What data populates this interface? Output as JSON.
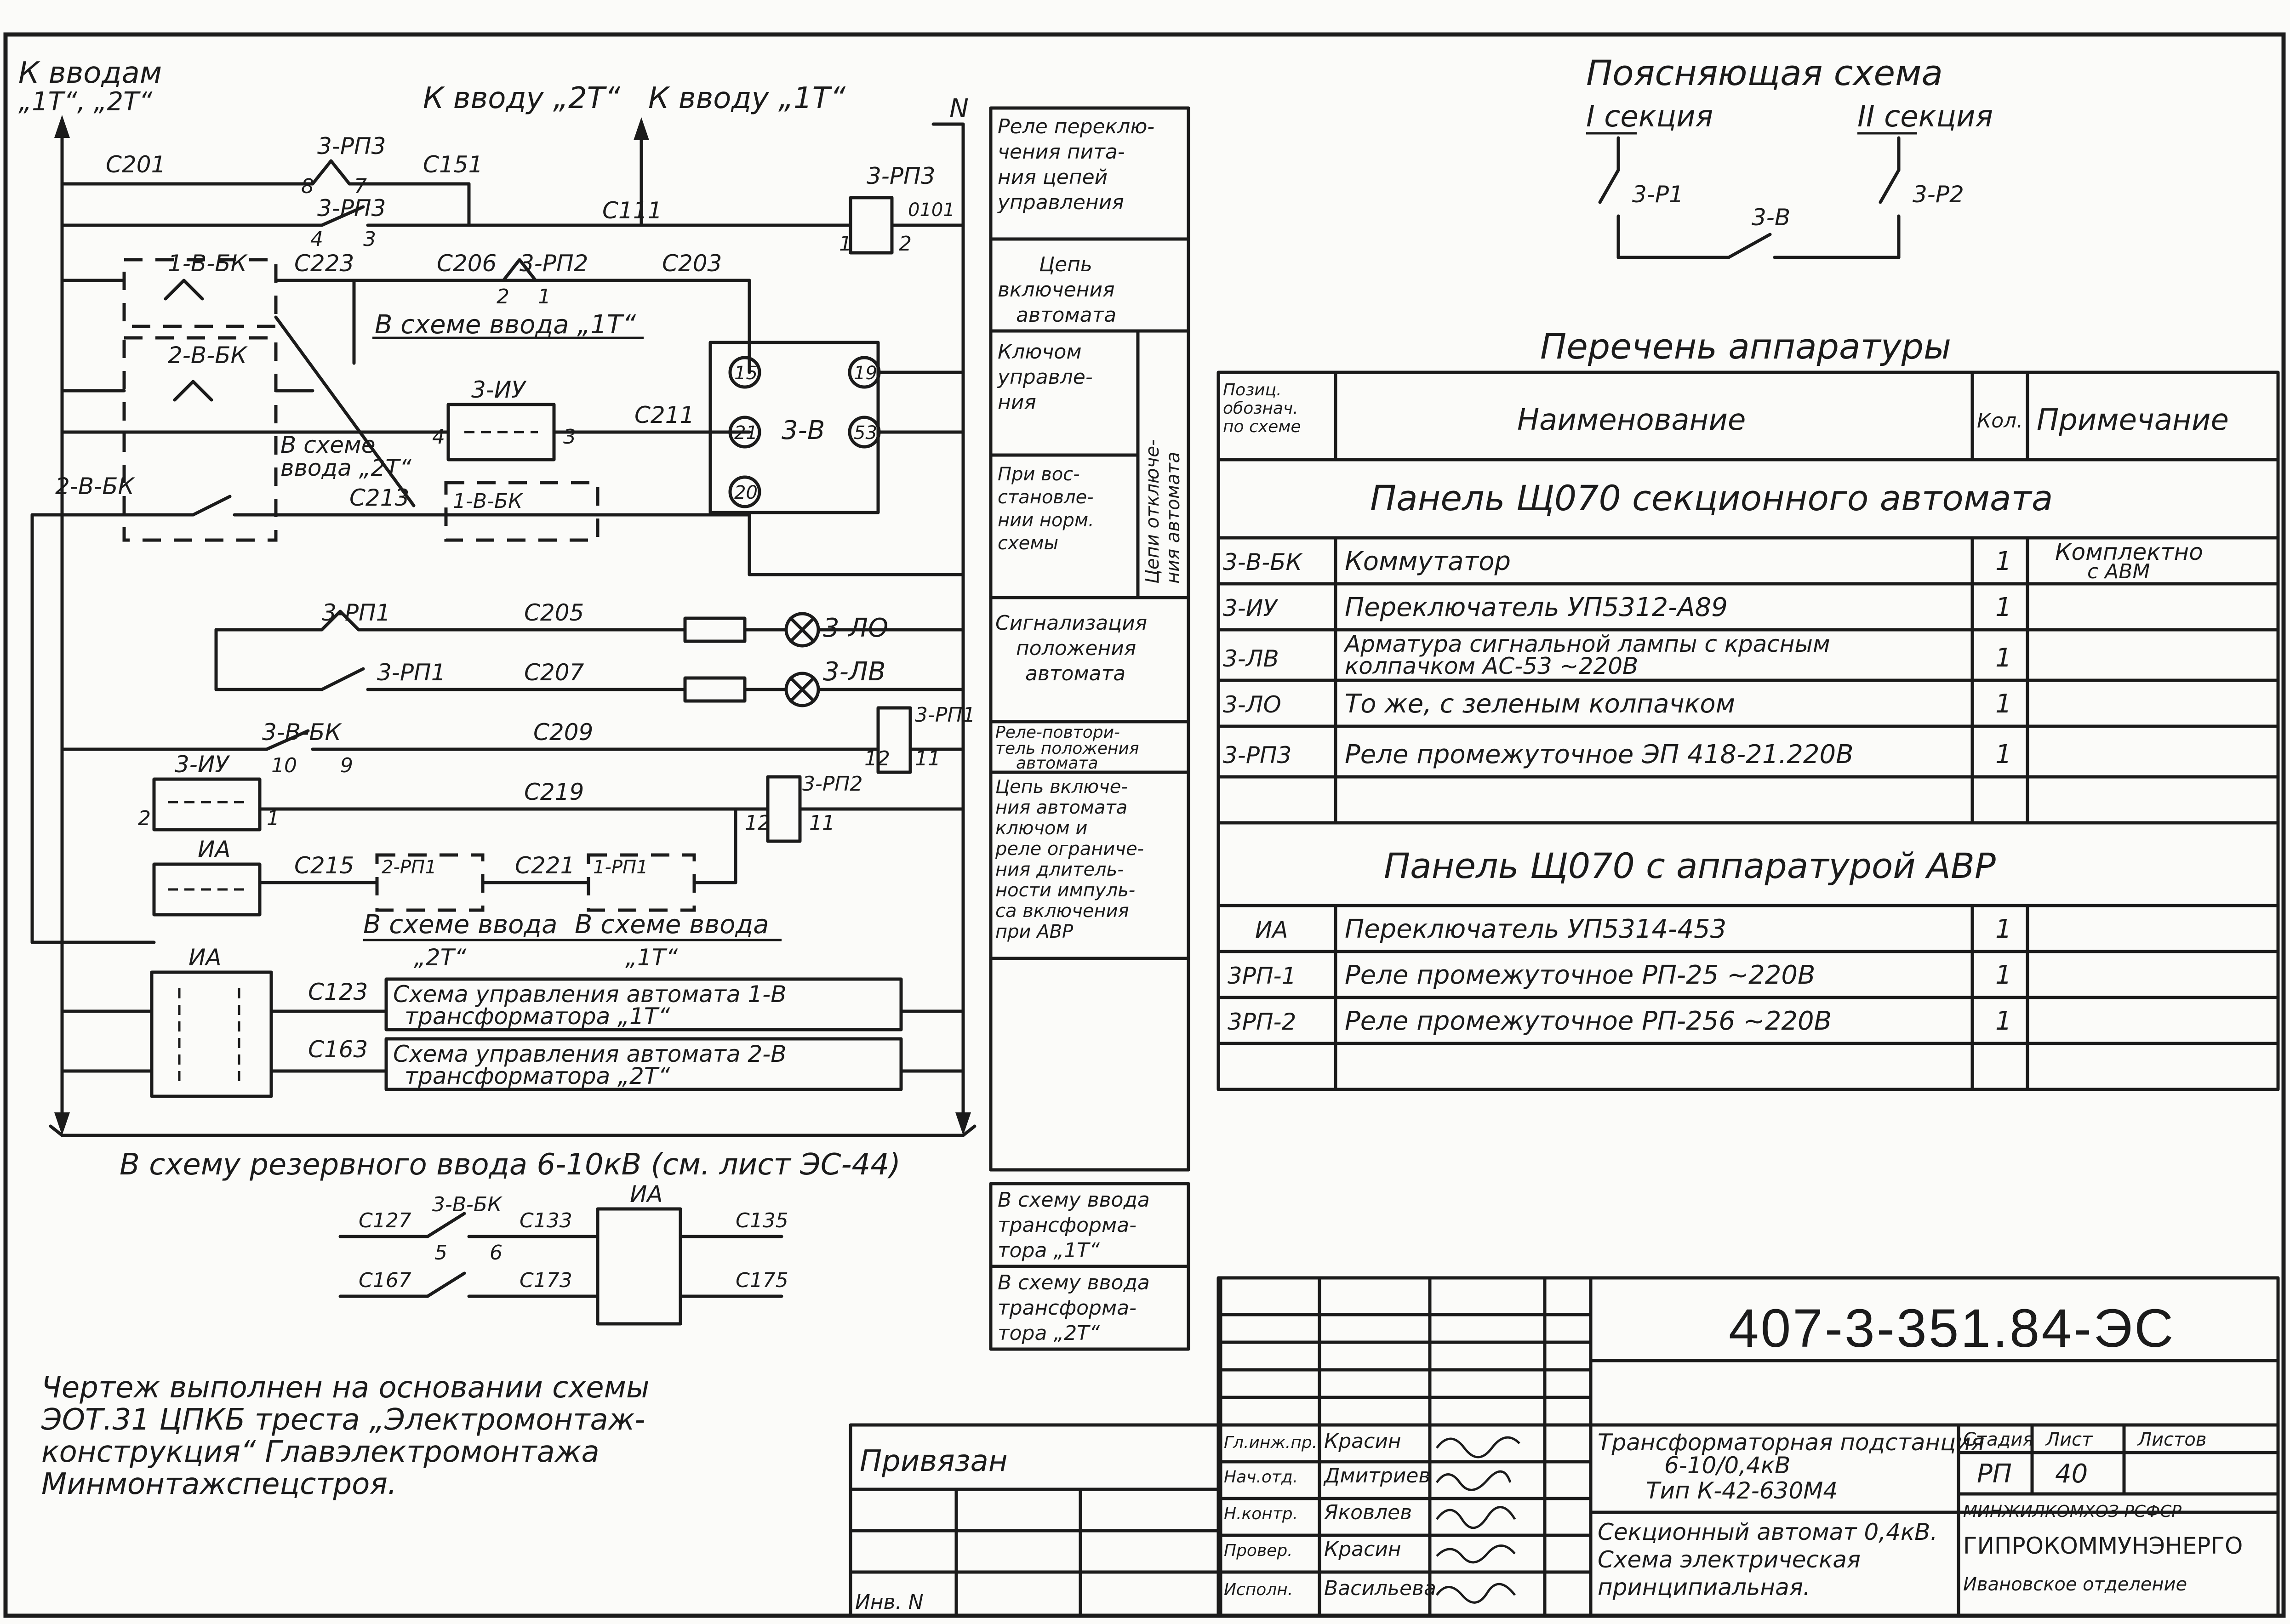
{
  "schematic": {
    "top_left_label": [
      "К вводам",
      "„1Т“, „2Т“"
    ],
    "feeder_2t": "К вводу „2Т“",
    "feeder_1t": "К вводу „1Т“",
    "neutral": "N",
    "bottom_label": "В схему резервного ввода 6-10кВ (см. лист ЭС-44)",
    "wires": [
      "С201",
      "С151",
      "С111",
      "С223",
      "С206",
      "С203",
      "С211",
      "С213",
      "С205",
      "С207",
      "С209",
      "С219",
      "С215",
      "С221",
      "С123",
      "С163",
      "0101",
      "С127",
      "С133",
      "С135",
      "С167",
      "С173",
      "С175"
    ],
    "devices": [
      "3-РП3",
      "1-В-БК",
      "2-В-БК",
      "3-РП2",
      "3-ИУ",
      "3-В",
      "3-РП1",
      "3-ЛО",
      "3-ЛВ",
      "3-В-БК",
      "ИА",
      "2-РП1",
      "1-РП1",
      "3-РП1",
      "3-РП2"
    ],
    "terminals": [
      "8",
      "7",
      "4",
      "3",
      "2",
      "1",
      "15",
      "19",
      "21",
      "53",
      "20",
      "10",
      "9",
      "12",
      "11",
      "5",
      "6"
    ],
    "notes": {
      "in_scheme_1t": "В схеме ввода „1Т“",
      "in_scheme_2t": [
        "В схеме",
        "ввода „2Т“"
      ],
      "in_scheme_vvoda": "В схеме ввода",
      "tag_2t": "„2Т“",
      "tag_1t": "„1Т“",
      "ctrl_1b": [
        "Схема управления автомата 1-В",
        "трансформатора „1Т“"
      ],
      "ctrl_2b": [
        "Схема управления автомата 2-В",
        "трансформатора „2Т“"
      ]
    }
  },
  "side_column": [
    [
      "Реле переклю-",
      "чения пита-",
      "ния цепей",
      "управления"
    ],
    [
      "Цепь",
      "включения",
      "автомата"
    ],
    [
      "Ключом",
      "управле-",
      "ния"
    ],
    [
      "При вос-",
      "становле-",
      "нии норм.",
      "схемы"
    ],
    [
      "Цепи отключе-",
      "ния автомата"
    ],
    [
      "Сигнализация",
      "положения",
      "автомата"
    ],
    [
      "Реле-повтори-",
      "тель положения",
      "автомата"
    ],
    [
      "Цепь включе-",
      "ния автомата",
      "ключом и",
      "реле ограниче-",
      "ния длитель-",
      "ности импуль-",
      "са включения",
      "при АВР"
    ],
    [
      "В схему ввода",
      "трансформа-",
      "тора „1Т“"
    ],
    [
      "В схему ввода",
      "трансформа-",
      "тора „2Т“"
    ]
  ],
  "explanatory": {
    "title": "Поясняющая схема",
    "section1": "I секция",
    "section2": "II секция",
    "sw1": "3-Р1",
    "sw2": "3-Р2",
    "sw3": "3-В"
  },
  "equipment": {
    "title": "Перечень аппаратуры",
    "headers": {
      "pos": [
        "Позиц.",
        "обознач.",
        "по схеме"
      ],
      "name": "Наименование",
      "qty": "Кол.",
      "note": "Примечание"
    },
    "section1": "Панель Щ070 секционного автомата",
    "rows1": [
      {
        "pos": "3-В-БК",
        "name": [
          "Коммутатор"
        ],
        "qty": "1",
        "note": [
          "Комплектно",
          "с АВМ"
        ]
      },
      {
        "pos": "3-ИУ",
        "name": [
          "Переключатель УП5312-А89"
        ],
        "qty": "1",
        "note": []
      },
      {
        "pos": "3-ЛВ",
        "name": [
          "Арматура сигнальной лампы с красным",
          "колпачком АС-53 ~220В"
        ],
        "qty": "1",
        "note": []
      },
      {
        "pos": "3-ЛО",
        "name": [
          "То же, с зеленым колпачком"
        ],
        "qty": "1",
        "note": []
      },
      {
        "pos": "3-РП3",
        "name": [
          "Реле промежуточное ЭП 418-21.220В"
        ],
        "qty": "1",
        "note": []
      }
    ],
    "section2": "Панель Щ070 с аппаратурой АВР",
    "rows2": [
      {
        "pos": "ИА",
        "name": [
          "Переключатель УП5314-453"
        ],
        "qty": "1",
        "note": []
      },
      {
        "pos": "3РП-1",
        "name": [
          "Реле промежуточное РП-25 ~220В"
        ],
        "qty": "1",
        "note": []
      },
      {
        "pos": "3РП-2",
        "name": [
          "Реле промежуточное РП-256 ~220В"
        ],
        "qty": "1",
        "note": []
      }
    ]
  },
  "note_text": [
    "Чертеж выполнен на основании схемы",
    "ЭОТ.31 ЦПКБ треста „Электромонтаж-",
    "конструкция“ Главэлектромонтажа",
    "Минмонтажспецстроя."
  ],
  "stamp": {
    "code": "407-3-351.84-ЭС",
    "privyazan": "Привязан",
    "inv": "Инв. N",
    "roles": [
      {
        "role": "Гл.инж.пр.",
        "name": "Красин"
      },
      {
        "role": "Нач.отд.",
        "name": "Дмитриев"
      },
      {
        "role": "Н.контр.",
        "name": "Яковлев"
      },
      {
        "role": "Провер.",
        "name": "Красин"
      },
      {
        "role": "Исполн.",
        "name": "Васильева"
      }
    ],
    "project": [
      "Трансформаторная подстанция",
      "6-10/0,4кВ",
      "Тип К-42-630М4"
    ],
    "sheet_title": [
      "Секционный автомат 0,4кВ.",
      "Схема электрическая",
      "принципиальная."
    ],
    "stage_h": "Стадия",
    "sheet_h": "Лист",
    "sheets_h": "Листов",
    "stage": "РП",
    "sheet": "40",
    "org": [
      "МИНЖИЛКОМХОЗ РСФСР",
      "ГИПРОКОММУНЭНЕРГО",
      "Ивановское отделение"
    ]
  }
}
